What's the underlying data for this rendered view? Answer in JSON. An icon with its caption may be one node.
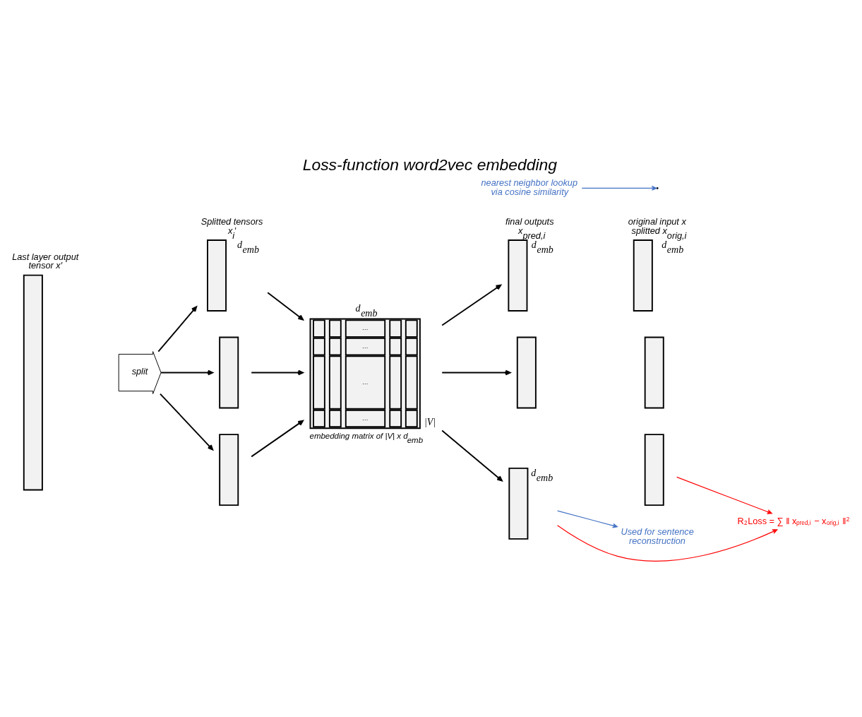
{
  "diagram": {
    "title": "Loss-function word2vec embedding",
    "nodes": [
      {
        "text": [
          "Last layer output tensor x′"
        ]
      },
      {
        "text": [
          "split"
        ]
      },
      {
        "text": [
          "Splitted tensors x$_{i}$′"
        ],
        "beside": [
          "d$_{emb}$"
        ]
      },
      {
        "text": [],
        "shape": "bar"
      },
      {
        "text": [],
        "shape": "bar"
      },
      {
        "text": [
          "…",
          "…",
          "…",
          "…",
          "embedding matrix of |V| x d$_{emb}$"
        ],
        "beside": [
          "d$_{emb}$",
          "|V|"
        ]
      },
      {
        "text": [
          "final outputs x$_{pred,i}$"
        ],
        "beside": [
          "d$_{emb}$"
        ]
      },
      {
        "text": [],
        "shape": "bar"
      },
      {
        "text": [],
        "shape": "bar",
        "beside": [
          "d$_{emb}$"
        ]
      },
      {
        "text": [
          "original input x splitted x$_{orig,i}$"
        ],
        "beside": [
          "d$_{emb}$"
        ]
      },
      {
        "text": [],
        "shape": "bar"
      },
      {
        "text": [],
        "shape": "bar"
      },
      {
        "text": [
          "nearest neighbor lookup via cosine similarity"
        ]
      },
      {
        "text": [
          "Used for sentence reconstruction"
        ]
      },
      {
        "text": [
          "R$_{2}$Loss = ∑ ‖ x$_{pred,i}$ − x$_{orig,i}$ ‖$^{2}$"
        ]
      }
    ],
    "edges": [
      {
        "from": 1,
        "to": 2,
        "arrow": "to"
      },
      {
        "from": 1,
        "to": 3,
        "arrow": "to"
      },
      {
        "from": 1,
        "to": 4,
        "arrow": "to"
      },
      {
        "from": 2,
        "to": 5,
        "arrow": "to"
      },
      {
        "from": 3,
        "to": 5,
        "arrow": "to"
      },
      {
        "from": 4,
        "to": 5,
        "arrow": "to"
      },
      {
        "from": 5,
        "to": 6,
        "arrow": "to"
      },
      {
        "from": 5,
        "to": 7,
        "arrow": "to"
      },
      {
        "from": 5,
        "to": 8,
        "arrow": "to"
      },
      {
        "from": 12,
        "to": null,
        "arrow": "to",
        "color": "#4472c4"
      },
      {
        "from": 8,
        "to": 13,
        "arrow": "to",
        "color": "#4472c4"
      },
      {
        "from": 8,
        "to": 14,
        "arrow": "to",
        "color": "#ff0000"
      },
      {
        "from": 11,
        "to": 14,
        "arrow": "to",
        "color": "#ff0000"
      }
    ]
  }
}
